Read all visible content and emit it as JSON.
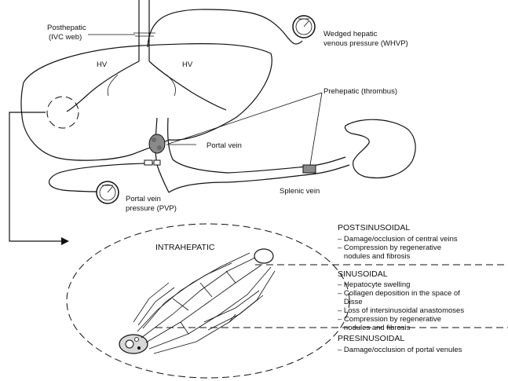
{
  "labels": {
    "posthepatic_line1": "Posthepatic",
    "posthepatic_line2": "(IVC web)",
    "hv_left": "HV",
    "hv_right": "HV",
    "whvp_line1": "Wedged hepatic",
    "whvp_line2": "venous pressure (WHVP)",
    "prehepatic": "Prehepatic (thrombus)",
    "portal_vein": "Portal vein",
    "splenic_vein": "Splenic vein",
    "pvp_line1": "Portal vein",
    "pvp_line2": "pressure (PVP)",
    "intrahepatic": "INTRAHEPATIC"
  },
  "sections": [
    {
      "title": "POSTSINUSOIDAL",
      "items": [
        [
          "– Damage/occlusion of central veins"
        ],
        [
          "– Compression by regenerative",
          "   nodules and fibrosis"
        ]
      ]
    },
    {
      "title": "SINUSOIDAL",
      "items": [
        [
          "– Hepatocyte swelling"
        ],
        [
          "– Collagen deposition in the space of",
          "   Disse"
        ],
        [
          "– Loss of intersinusoidal anastomoses"
        ],
        [
          "– Compression by regenerative",
          "   nodules and fibrosis"
        ]
      ]
    },
    {
      "title": "PRESINUSOIDAL",
      "items": [
        [
          "– Damage/occlusion of portal venules"
        ]
      ]
    }
  ]
}
